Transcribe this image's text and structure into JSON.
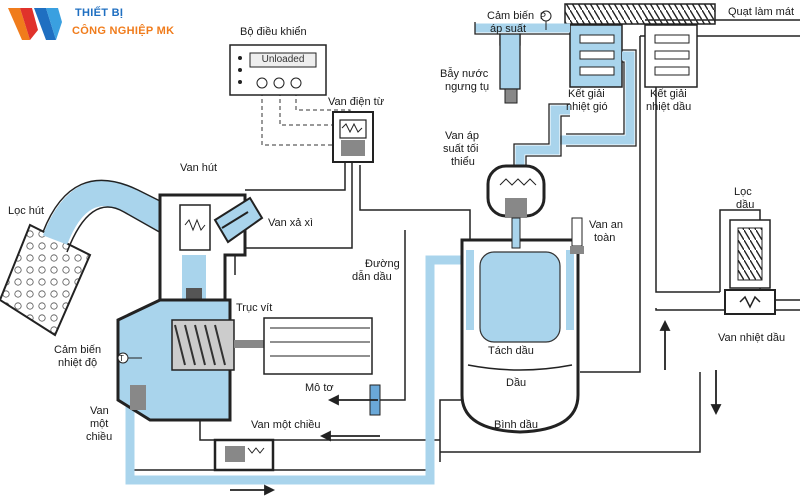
{
  "brand": {
    "line1": "THIẾT BỊ",
    "line2": "CÔNG NGHIỆP MK",
    "colors": {
      "blue": "#1f6fc1",
      "orange": "#f07c1c",
      "red": "#e0322b"
    }
  },
  "labels": {
    "controller": "Bộ điều khiển",
    "controller_display": "Unloaded",
    "solenoid_valve": "Van điện từ",
    "pressure_sensor_1": "Cảm biến",
    "pressure_sensor_2": "áp suất",
    "cooling_fan": "Quạt làm mát",
    "condensate_trap_1": "Bẫy nước",
    "condensate_trap_2": "ngưng tụ",
    "air_cooler_1": "Kết giải",
    "air_cooler_2": "nhiệt gió",
    "oil_cooler_1": "Kết giải",
    "oil_cooler_2": "nhiệt dầu",
    "suction_valve": "Van hút",
    "suction_filter": "Lọc hút",
    "relief_valve": "Van xả xì",
    "min_pressure_valve_1": "Van áp",
    "min_pressure_valve_2": "suất tối",
    "min_pressure_valve_3": "thiểu",
    "safety_valve_1": "Van an",
    "safety_valve_2": "toàn",
    "oil_line_1": "Đường",
    "oil_line_2": "dẫn dầu",
    "screw_shaft": "Trục vít",
    "temp_sensor_1": "Cảm biến",
    "temp_sensor_2": "nhiệt độ",
    "oil_filter_1": "Lọc",
    "oil_filter_2": "dầu",
    "thermostatic_valve": "Van nhiệt dầu",
    "oil_separator": "Tách dầu",
    "oil": "Dầu",
    "motor": "Mô tơ",
    "check_valve_left_1": "Van",
    "check_valve_left_2": "một",
    "check_valve_left_3": "chiều",
    "check_valve_bottom": "Van một chiều",
    "oil_tank": "Bình dầu",
    "temp_symbol": "T",
    "pressure_symbol": "P"
  },
  "colors": {
    "air": "#a9d4ec",
    "line": "#222222",
    "bg": "#ffffff"
  }
}
